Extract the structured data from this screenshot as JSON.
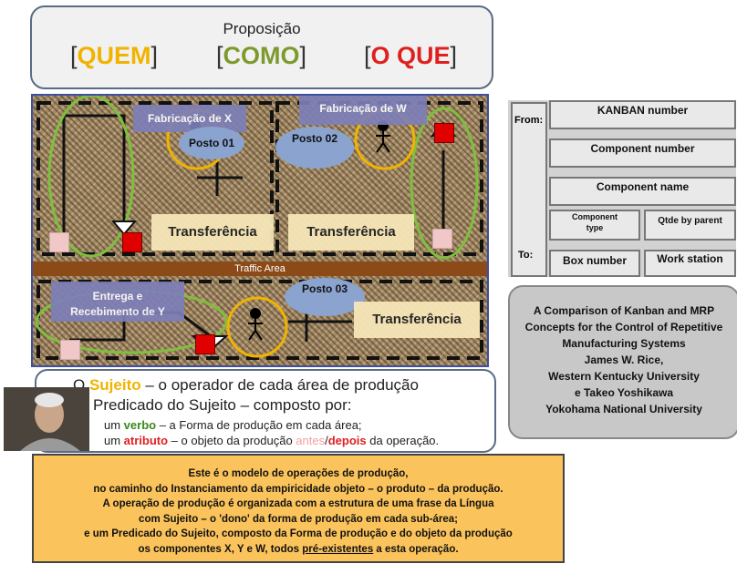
{
  "proposition": {
    "title": "Proposição",
    "quem": "QUEM",
    "como": "COMO",
    "oque": "O QUE",
    "colors": {
      "quem": "#f0b400",
      "como": "#7d9a2c",
      "oque": "#e02020"
    }
  },
  "floor": {
    "fab_x": "Fabricação de X",
    "fab_w": "Fabricação de W",
    "posto01": "Posto 01",
    "posto02": "Posto 02",
    "posto03": "Posto 03",
    "transferencia": "Transferência",
    "traffic": "Traffic Area",
    "entrega": "Entrega e Recebimento de Y"
  },
  "kanban": {
    "from": "From:",
    "to": "To:",
    "kanban_number": "KANBAN number",
    "component_number": "Component number",
    "component_name": "Component name",
    "component_type": "Component type",
    "qtde": "Qtde by parent",
    "box_number": "Box number",
    "work_station": "Work station"
  },
  "reference": {
    "lines": [
      "A Comparison of Kanban and MRP",
      "Concepts for the Control of Repetitive",
      "Manufacturing Systems",
      "James W. Rice,",
      "Western Kentucky University",
      "e Takeo Yoshikawa",
      "Yokohama National University"
    ]
  },
  "sujeito": {
    "o": "O ",
    "sujeito_word": "Sujeito",
    "line1_rest": " – o operador de cada área de produção",
    "line2": "Predicado do Sujeito – composto por:",
    "um1": "um ",
    "verbo": "verbo",
    "line3_rest": " – a Forma de produção em cada área;",
    "um2": "um ",
    "atributo": "atributo",
    "line4_mid": " – o objeto da produção ",
    "antes": "antes",
    "slash": "/",
    "depois": "depois",
    "line4_end": " da operação."
  },
  "orange": {
    "lines": [
      "Este é o modelo de operações de produção,",
      "no caminho do Instanciamento da empiricidade objeto – o produto – da produção.",
      "A operação de produção é organizada com a estrutura de uma frase da Língua",
      "com Sujeito – o 'dono' da forma de produção em cada sub-área;",
      "e um Predicado do Sujeito, composto da Forma de produção e do objeto da produção"
    ],
    "last_pre": "os componentes X, Y e W, todos ",
    "last_u": "pré-existentes",
    "last_post": " a esta operação."
  }
}
